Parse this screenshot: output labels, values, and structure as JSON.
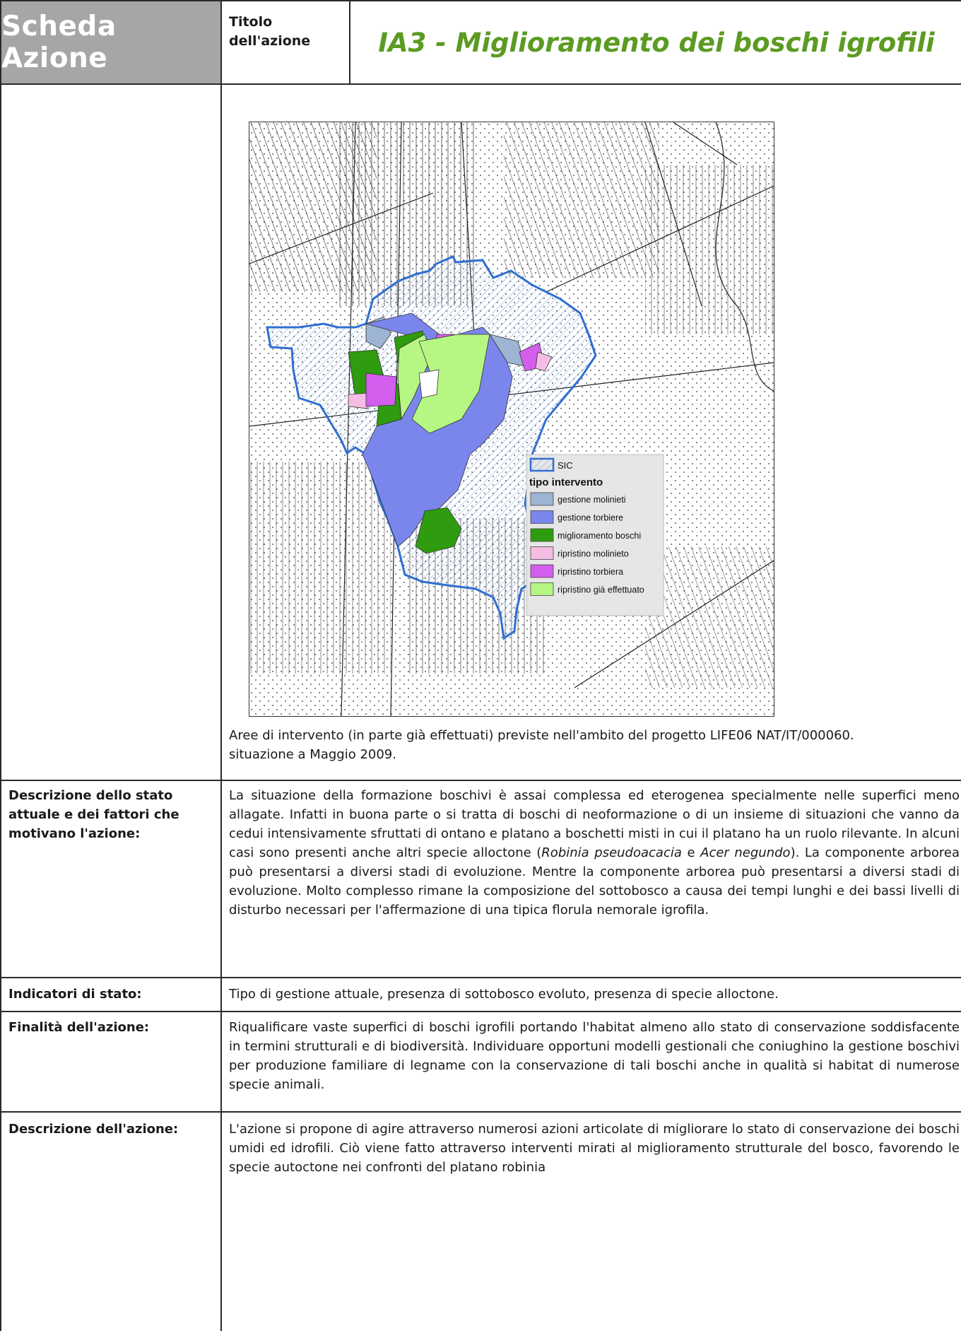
{
  "header": {
    "label": "Scheda Azione",
    "subtitle": "Titolo\ndell'azione",
    "title": "IA3 - Miglioramento dei boschi igrofili"
  },
  "map": {
    "legend": {
      "sic_label": "SIC",
      "heading": "tipo intervento",
      "items": [
        {
          "label": "gestione molinieti",
          "color": "#9db4d2"
        },
        {
          "label": "gestione torbiere",
          "color": "#7b86ec"
        },
        {
          "label": "miglioramento boschi",
          "color": "#2f9b0f"
        },
        {
          "label": "ripristino molinieto",
          "color": "#f6bde4"
        },
        {
          "label": "ripristino torbiera",
          "color": "#d35ded"
        },
        {
          "label": "ripristino già effettuato",
          "color": "#b6f783"
        }
      ]
    },
    "sic_color": "#2f6fd1"
  },
  "caption": {
    "line1": "Aree di intervento (in parte già effettuati) previste nell'ambito del progetto LIFE06 NAT/IT/000060.",
    "line2": "situazione a Maggio 2009."
  },
  "rows": {
    "descrizione_stato": {
      "label": "Descrizione dello stato\nattuale e dei fattori che\nmotivano l'azione:",
      "p1": "La situazione della formazione boschivi è assai complessa ed eterogenea specialmente nelle superfici meno allagate. Infatti in buona parte o si tratta di boschi di neoformazione o di un insieme di situazioni che vanno da cedui intensivamente sfruttati di ontano e platano a boschetti misti in cui il platano ha un ruolo rilevante. In alcuni casi sono presenti anche altri specie alloctone (",
      "sp1": "Robinia pseudoacacia",
      "conj": " e ",
      "sp2": "Acer negundo",
      "p2": "). La componente arborea può presentarsi a diversi stadi di evoluzione. Mentre la componente arborea può presentarsi a diversi stadi di evoluzione. Molto complesso rimane la composizione del sottobosco a causa dei tempi lunghi e dei bassi livelli di disturbo necessari per l'affermazione di una tipica florula nemorale igrofila."
    },
    "indicatori": {
      "label": "Indicatori di stato:",
      "text": "Tipo di gestione attuale, presenza di sottobosco evoluto, presenza di specie alloctone."
    },
    "finalita": {
      "label": "Finalità dell'azione:",
      "text": "Riqualificare vaste superfici di boschi igrofili portando l'habitat almeno allo stato di conservazione soddisfacente in termini strutturali e di biodiversità. Individuare opportuni modelli gestionali che coniughino la gestione boschivi per produzione familiare di legname con la conservazione di tali boschi anche in qualità si habitat di numerose specie animali."
    },
    "descrizione_azione": {
      "label": "Descrizione dell'azione:",
      "text": "L'azione si propone di agire attraverso numerosi azioni articolate di migliorare lo stato di conservazione dei boschi umidi ed idrofili. Ciò viene fatto attraverso interventi mirati al miglioramento strutturale del bosco, favorendo le specie autoctone nei confronti del platano robinia"
    }
  }
}
